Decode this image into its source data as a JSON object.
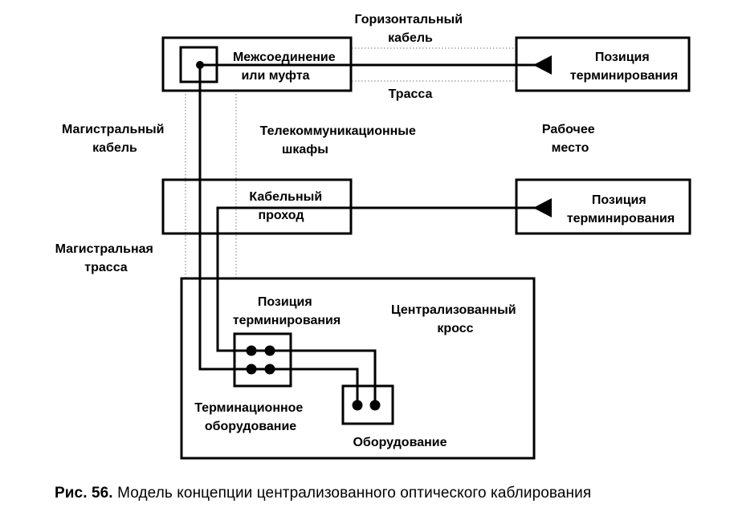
{
  "labels": {
    "horizontal_cable": [
      "Горизонтальный",
      "кабель"
    ],
    "interconnect": [
      "Межсоединение",
      "или муфта"
    ],
    "termination_top": [
      "Позиция",
      "терминирования"
    ],
    "route": "Трасса",
    "backbone_cable": [
      "Магистральный",
      "кабель"
    ],
    "telecom_closets": [
      "Телекоммуникационные",
      "шкафы"
    ],
    "workplace": [
      "Рабочее",
      "место"
    ],
    "cable_pass": [
      "Кабельный",
      "проход"
    ],
    "termination_mid": [
      "Позиция",
      "терминирования"
    ],
    "backbone_route": [
      "Магистральная",
      "трасса"
    ],
    "termination_cross": [
      "Позиция",
      "терминирования"
    ],
    "centralized_cross": [
      "Централизованный",
      "кросс"
    ],
    "termination_equipment": [
      "Терминационное",
      "оборудование"
    ],
    "equipment": "Оборудование"
  },
  "caption": {
    "number": "Рис. 56.",
    "text": "Модель концепции централизованного оптического каблирования"
  }
}
